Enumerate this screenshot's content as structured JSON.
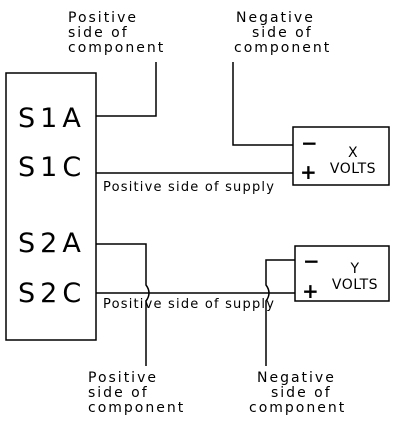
{
  "switch": {
    "pins": [
      "S1A",
      "S1C",
      "S2A",
      "S2C"
    ]
  },
  "top_labels": {
    "positive": [
      "Positive",
      "side of",
      "component"
    ],
    "negative": [
      "Negative",
      "side of",
      "component"
    ]
  },
  "bottom_labels": {
    "positive": [
      "Positive",
      "side of",
      "component"
    ],
    "negative": [
      "Negative",
      "side of",
      "component"
    ]
  },
  "supply_labels": {
    "upper": "Positive side of supply",
    "lower": "Positive side of supply"
  },
  "meters": {
    "x": {
      "name": "X",
      "unit": "VOLTS",
      "minus": "−",
      "plus": "+"
    },
    "y": {
      "name": "Y",
      "unit": "VOLTS",
      "minus": "−",
      "plus": "+"
    }
  }
}
